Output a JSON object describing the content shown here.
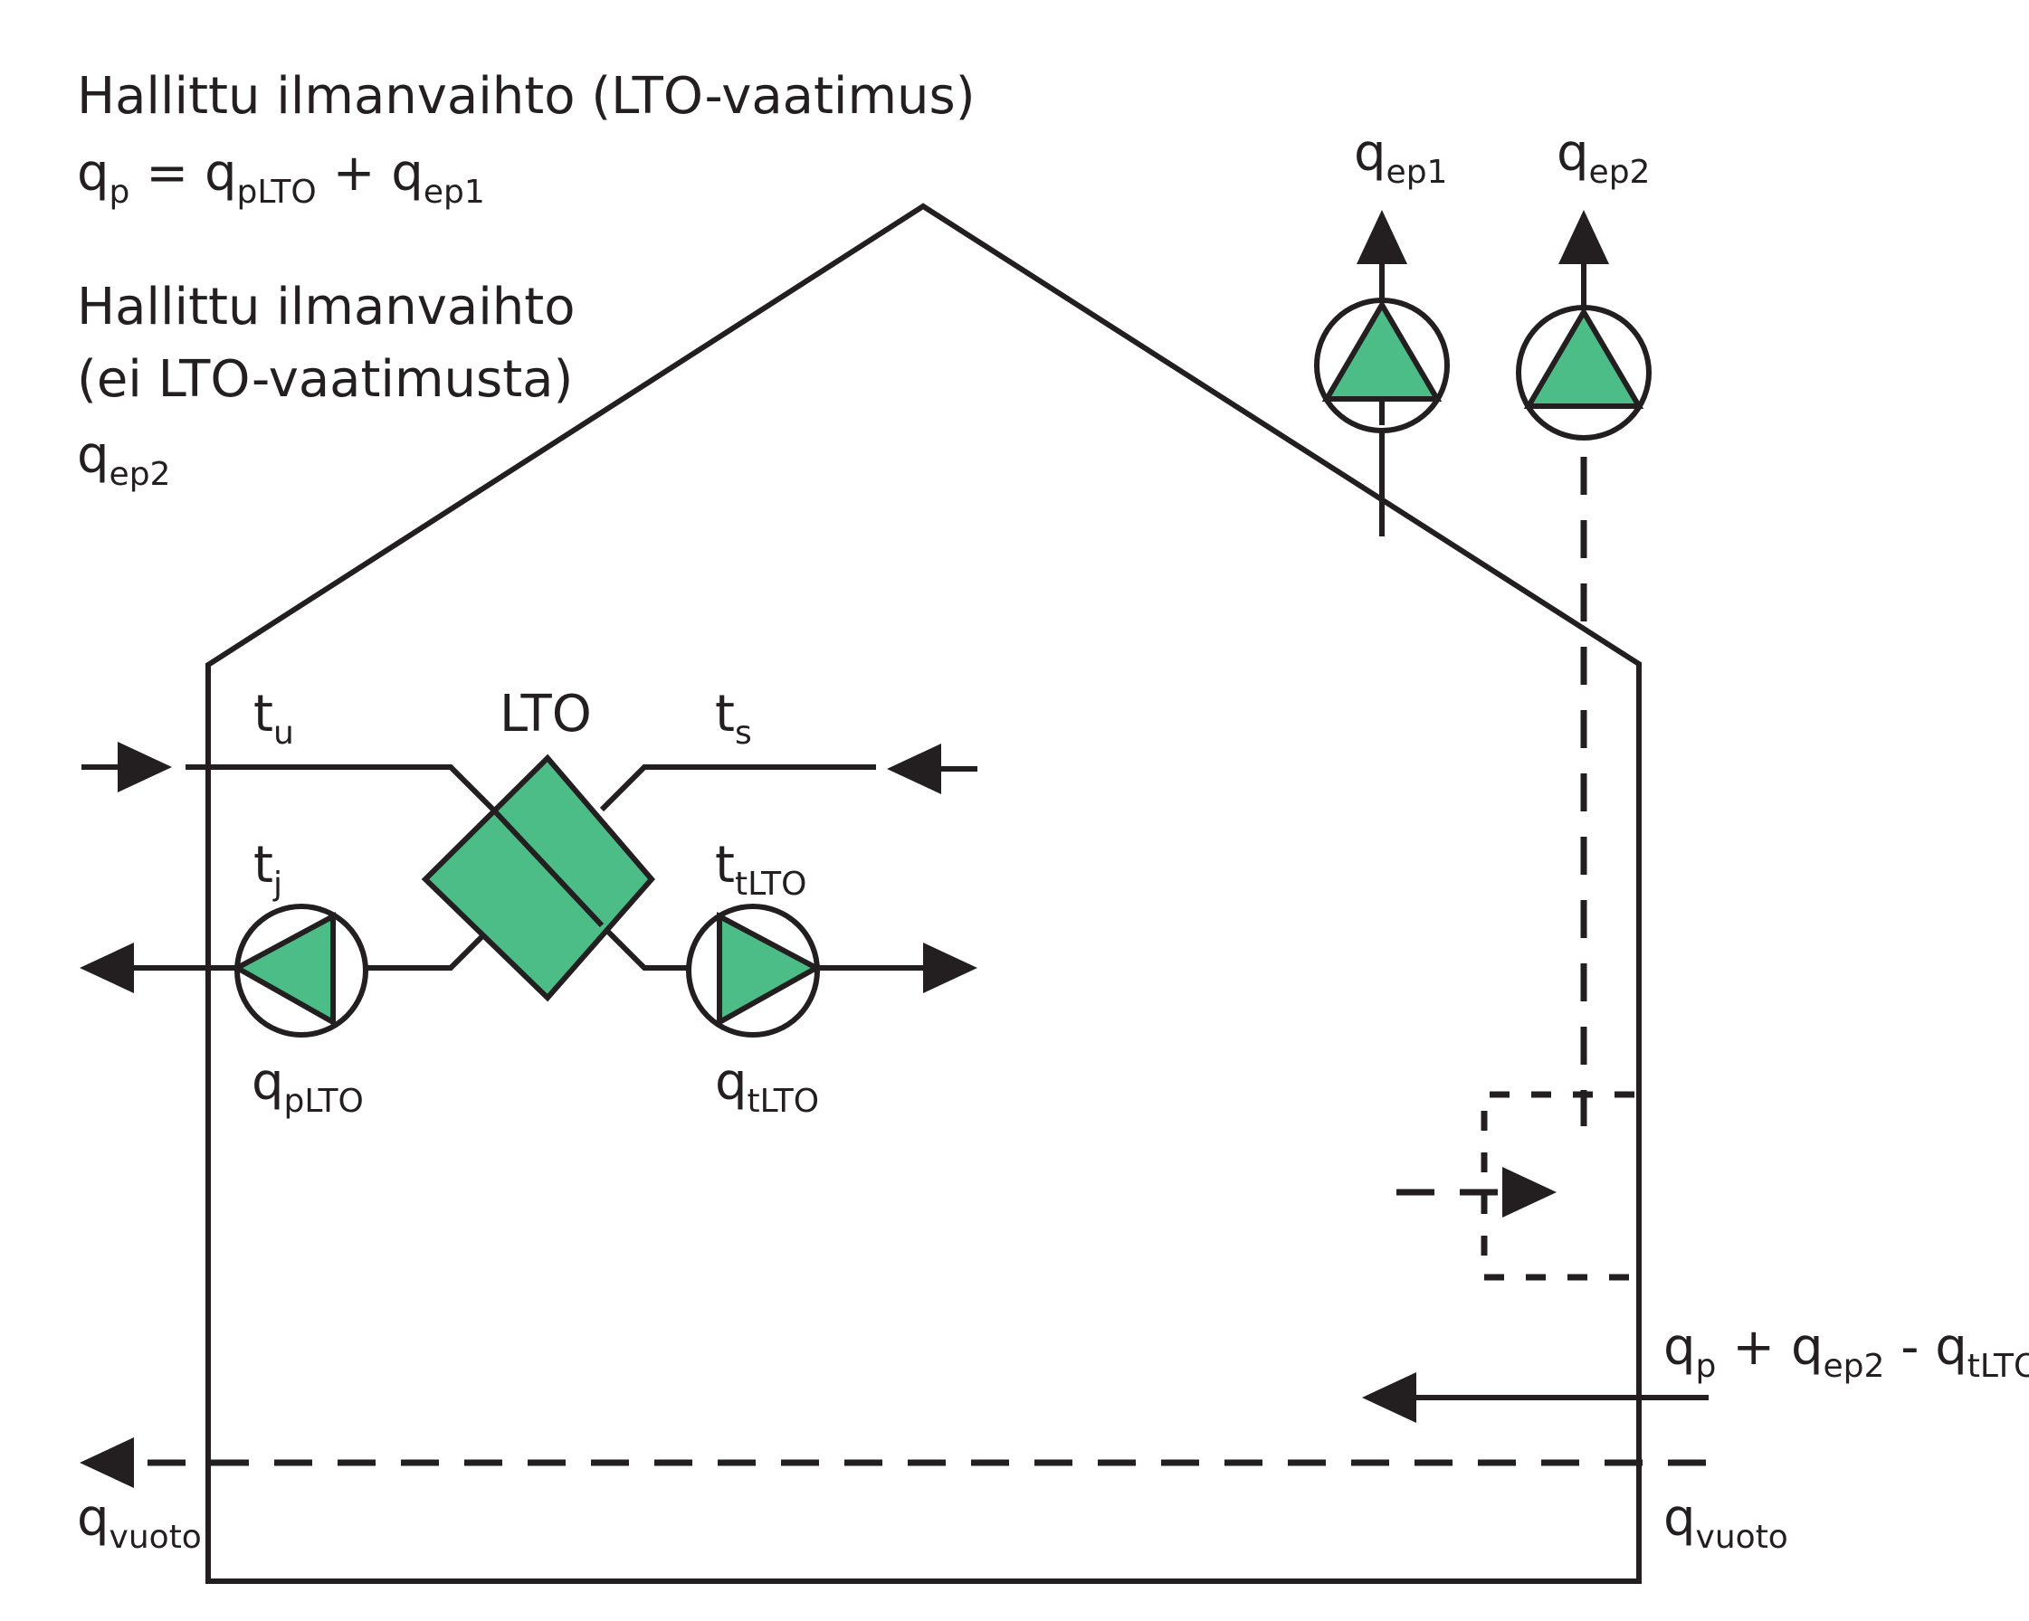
{
  "colors": {
    "line": "#231f20",
    "equipment_fill": "#4cbd86",
    "background": "#ffffff"
  },
  "header": {
    "line1": "Hallittu ilmanvaihto (LTO-vaatimus)",
    "eq1": {
      "q1": "q",
      "s1": "p",
      "eq": " = ",
      "q2": "q",
      "s2": "pLTO",
      "plus": " + ",
      "q3": "q",
      "s3": "ep1"
    },
    "line2": "Hallittu ilmanvaihto",
    "line3": "(ei LTO-vaatimusta)",
    "eq2": {
      "q": "q",
      "s": "ep2"
    }
  },
  "labels": {
    "qep1": {
      "q": "q",
      "s": "ep1"
    },
    "qep2": {
      "q": "q",
      "s": "ep2"
    },
    "tu": {
      "t": "t",
      "s": "u"
    },
    "lto": "LTO",
    "ts": {
      "t": "t",
      "s": "s"
    },
    "tj": {
      "t": "t",
      "s": "j"
    },
    "ttlto": {
      "t": "t",
      "s": "tLTO"
    },
    "qplto": {
      "q": "q",
      "s": "pLTO"
    },
    "qtlto": {
      "q": "q",
      "s": "tLTO"
    },
    "balance": {
      "q1": "q",
      "s1": "p",
      "plus": " + ",
      "q2": "q",
      "s2": "ep2",
      "minus": " - ",
      "q3": "q",
      "s3": "tLTO"
    },
    "qvuoto_left": {
      "q": "q",
      "s": "vuoto"
    },
    "qvuoto_right": {
      "q": "q",
      "s": "vuoto"
    }
  },
  "icons": [
    "supply-fan-icon",
    "exhaust-fan-icon",
    "exhaust-fan-ep1-icon",
    "exhaust-fan-ep2-icon",
    "heat-exchanger-icon",
    "arrow-icon"
  ]
}
